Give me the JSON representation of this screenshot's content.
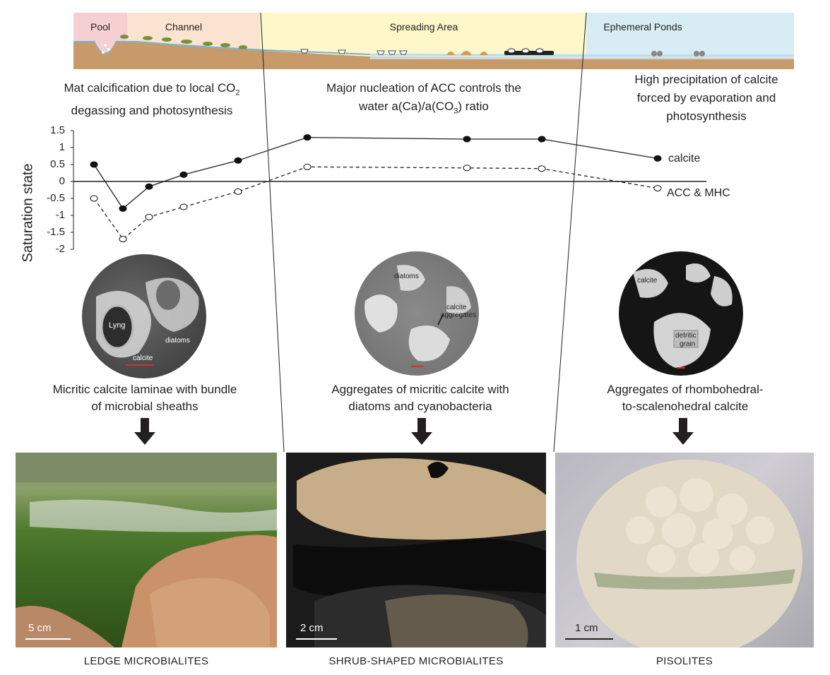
{
  "zones": {
    "pool": "Pool",
    "channel": "Channel",
    "spreading_area": "Spreading Area",
    "ephemeral_ponds": "Ephemeral Ponds"
  },
  "descriptions": {
    "left_line1": "Mat calcification due to local CO",
    "left_line1_sub": "2",
    "left_line2": "degassing and photosynthesis",
    "middle_line1": "Major nucleation of ACC controls the",
    "middle_line2_pre": "water a(Ca)/a(CO",
    "middle_line2_sub": "3",
    "middle_line2_post": ") ratio",
    "right_line1": "High precipitation of calcite",
    "right_line2": "forced by evaporation and",
    "right_line3": "photosynthesis"
  },
  "chart_data": {
    "type": "line",
    "ylabel": "Saturation state",
    "ylim": [
      -2,
      1.5
    ],
    "yticks": [
      "1.5",
      "1",
      "0.5",
      "0",
      "-0.5",
      "-1",
      "-1.5",
      "-2"
    ],
    "series": [
      {
        "name": "calcite",
        "style": "solid-filled",
        "values": [
          0.5,
          -0.8,
          -0.15,
          0.2,
          0.62,
          1.3,
          1.25,
          1.25,
          0.68
        ]
      },
      {
        "name": "ACC & MHC",
        "style": "dashed-open",
        "values": [
          -0.5,
          -1.7,
          -1.05,
          -0.75,
          -0.3,
          0.43,
          0.4,
          0.38,
          -0.2
        ]
      }
    ],
    "x_stations": [
      1,
      2,
      3,
      4,
      5,
      6,
      7,
      8,
      9
    ]
  },
  "sem_images": {
    "left": {
      "labels": [
        "Lyng",
        "diatoms",
        "calcite"
      ]
    },
    "middle": {
      "labels": [
        "diatoms",
        "calcite",
        "aggregates"
      ]
    },
    "right": {
      "labels": [
        "calcite",
        "detritic",
        "grain"
      ]
    }
  },
  "captions": {
    "left_line1": "Micritic calcite laminae with bundle",
    "left_line2": "of microbial sheaths",
    "middle_line1": "Aggregates of micritic calcite with",
    "middle_line2": "diatoms and cyanobacteria",
    "right_line1": "Aggregates of rhombohedral-",
    "right_line2": "to-scalenohedral calcite"
  },
  "photos": {
    "left": {
      "scale": "5 cm",
      "label": "LEDGE MICROBIALITES"
    },
    "middle": {
      "scale": "2 cm",
      "label": "SHRUB-SHAPED MICROBIALITES"
    },
    "right": {
      "scale": "1 cm",
      "label": "PISOLITES"
    }
  },
  "colors": {
    "pool": "#f6cfd3",
    "channel": "#fbe3d1",
    "spreading": "#fdf7c9",
    "ponds": "#d7ecf4",
    "sediment": "#c89a6a",
    "water": "#8fc8e3"
  }
}
